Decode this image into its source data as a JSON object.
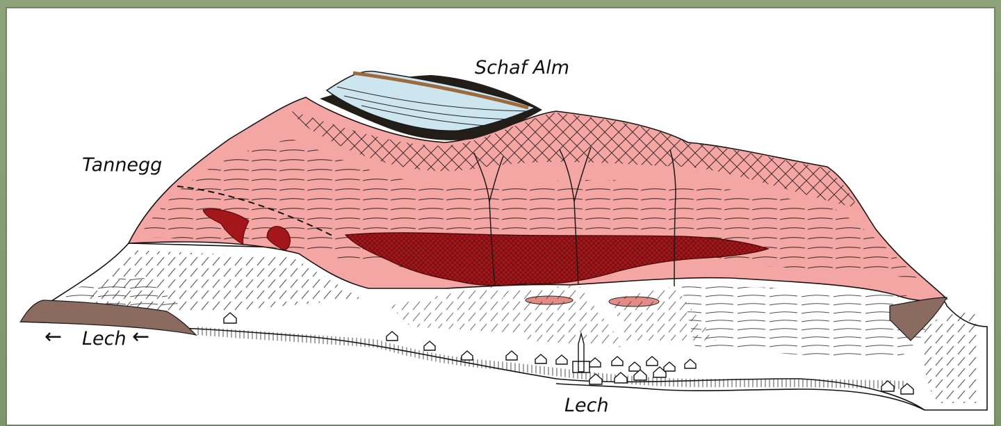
{
  "labels": {
    "schaf_alm": "Schaf Alm",
    "tannegg": "Tannegg",
    "lech_left": "Lech",
    "lech_bottom": "Lech"
  },
  "arrows": {
    "left_glyph": "←"
  },
  "colors": {
    "frame": "#8a9f74",
    "pink_layer": "#f3a5a3",
    "dark_red_layer": "#a1151a",
    "cap_blue": "#cfe6f0",
    "cap_brown": "#9c6a3c",
    "cap_black": "#1e1a16",
    "ground_brown": "#8b6a60"
  }
}
